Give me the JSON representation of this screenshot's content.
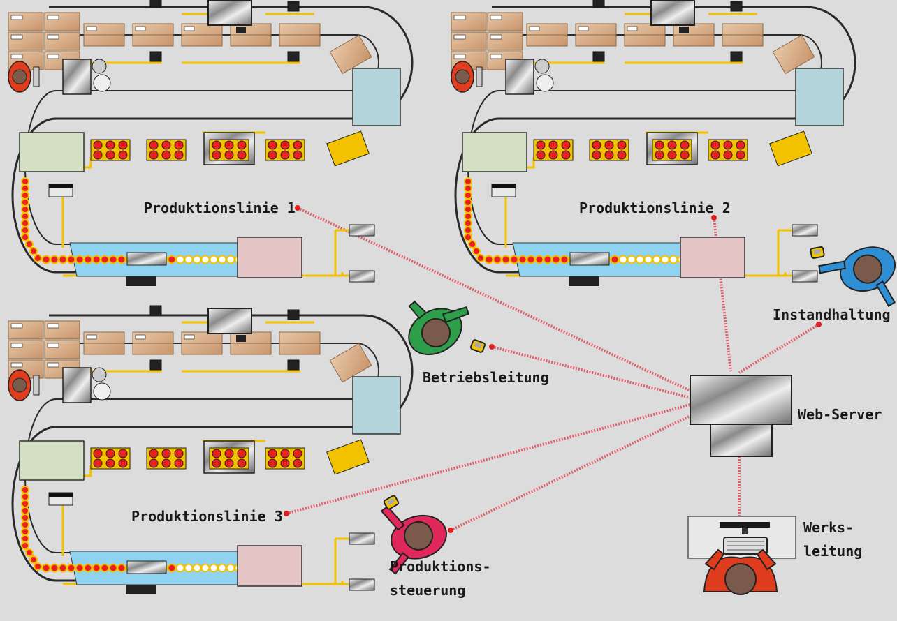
{
  "lines": {
    "line1": "Produktionslinie 1",
    "line2": "Produktionslinie 2",
    "line3": "Produktionslinie 3"
  },
  "roles": {
    "betriebsleitung": "Betriebsleitung",
    "instandhaltung": "Instandhaltung",
    "web_server": "Web-Server",
    "werksleitung_1": "Werks-",
    "werksleitung_2": "leitung",
    "produktionssteuerung_1": "Produktions-",
    "produktionssteuerung_2": "steuerung"
  },
  "colors": {
    "background": "#dcdcdc",
    "network_link": "#e0606a",
    "conveyor_belt": "#2a2a2a",
    "signal_cable": "#f2c200",
    "filling_channel": "#8fd3f0",
    "line_worker_shirt": "#e03c1e",
    "manager_shirt": "#2e9e4a",
    "maintenance_shirt": "#2e8fd4",
    "planner_shirt": "#e0285a"
  },
  "icons": {
    "server": "server-icon",
    "person": "person-topview-icon",
    "handheld": "handheld-device-icon",
    "workstation": "workstation-icon"
  }
}
